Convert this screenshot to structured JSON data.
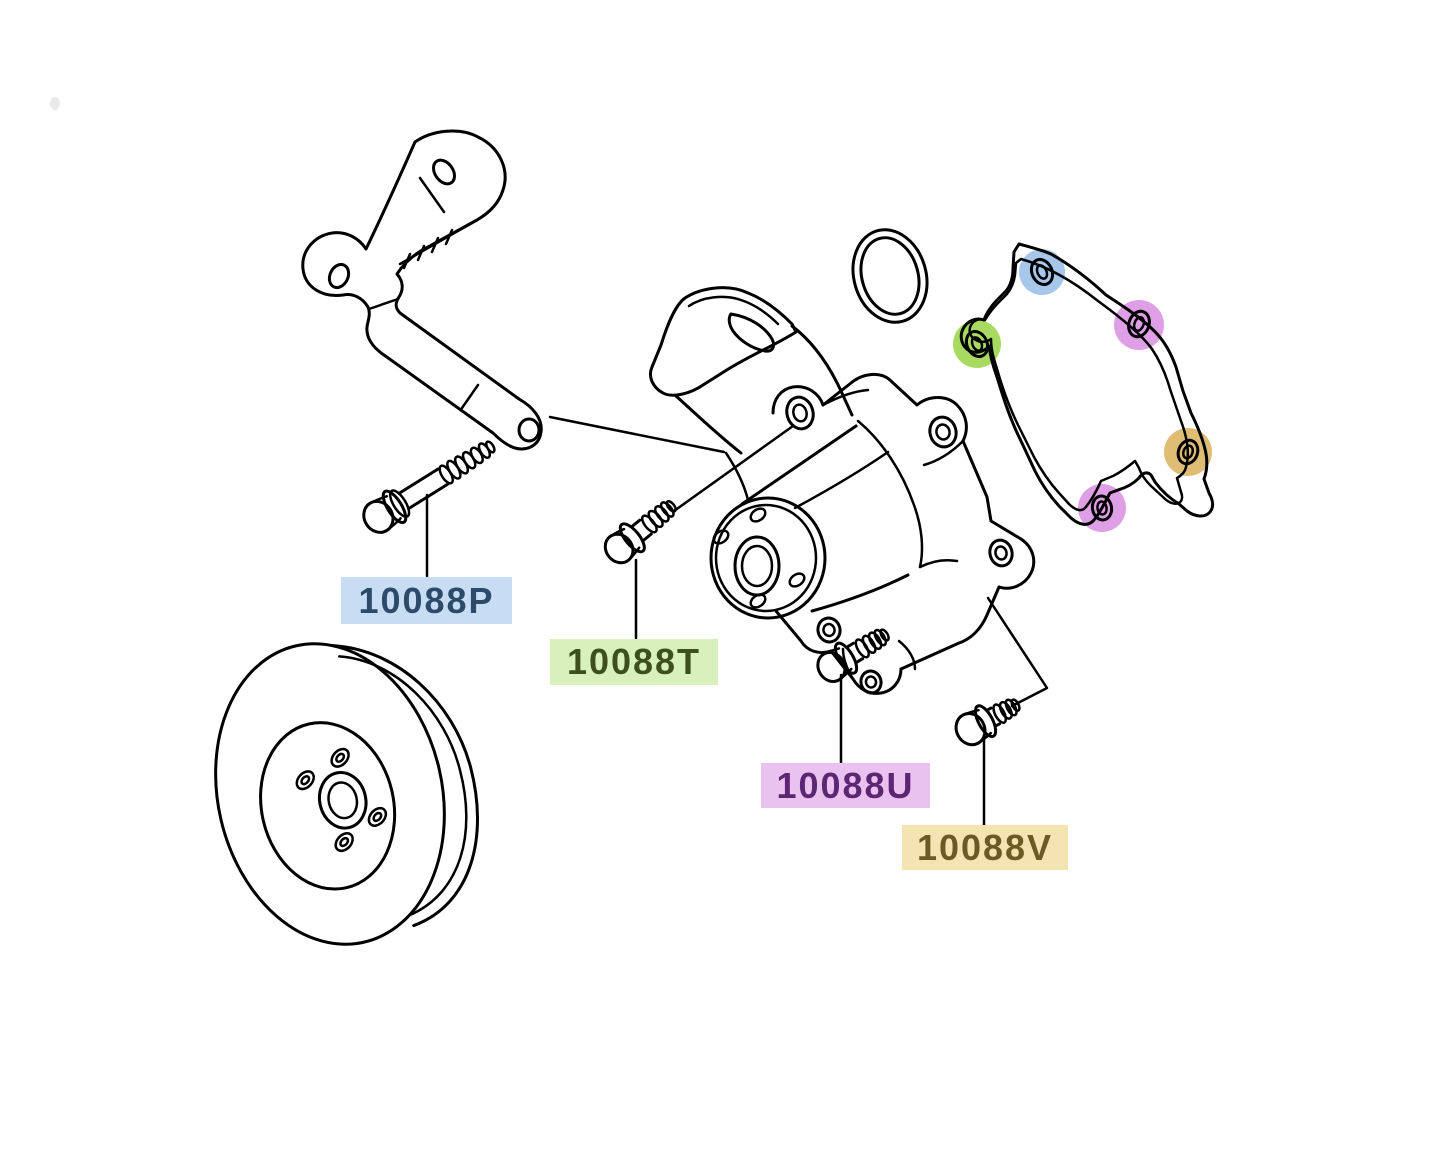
{
  "labels": {
    "p": {
      "text": "10088P",
      "bg": "#c8ddf3",
      "fg": "#2c4a6a"
    },
    "t": {
      "text": "10088T",
      "bg": "#d7f0bc",
      "fg": "#3c4f1c"
    },
    "u": {
      "text": "10088U",
      "bg": "#eac2f0",
      "fg": "#5d2673"
    },
    "v": {
      "text": "10088V",
      "bg": "#f3e4b2",
      "fg": "#6b5a23"
    }
  },
  "gasket_highlights": {
    "top": {
      "name": "blue",
      "hex": "#a6c6ea"
    },
    "left": {
      "name": "green",
      "hex": "#a8da62"
    },
    "upper_right": {
      "name": "magenta",
      "hex": "#df9fe6"
    },
    "lower_right": {
      "name": "tan",
      "hex": "#dfbd75"
    },
    "bottom": {
      "name": "magenta",
      "hex": "#df9fe6"
    }
  },
  "parts": {
    "bracket": "mounting-bracket",
    "bolt_p": "long-flange-bolt",
    "pulley": "water-pump-pulley",
    "o_ring": "o-ring",
    "pump": "water-pump",
    "bolt_t": "flange-bolt",
    "bolt_u": "flange-bolt",
    "bolt_v": "flange-bolt",
    "gasket": "water-pump-gasket"
  }
}
